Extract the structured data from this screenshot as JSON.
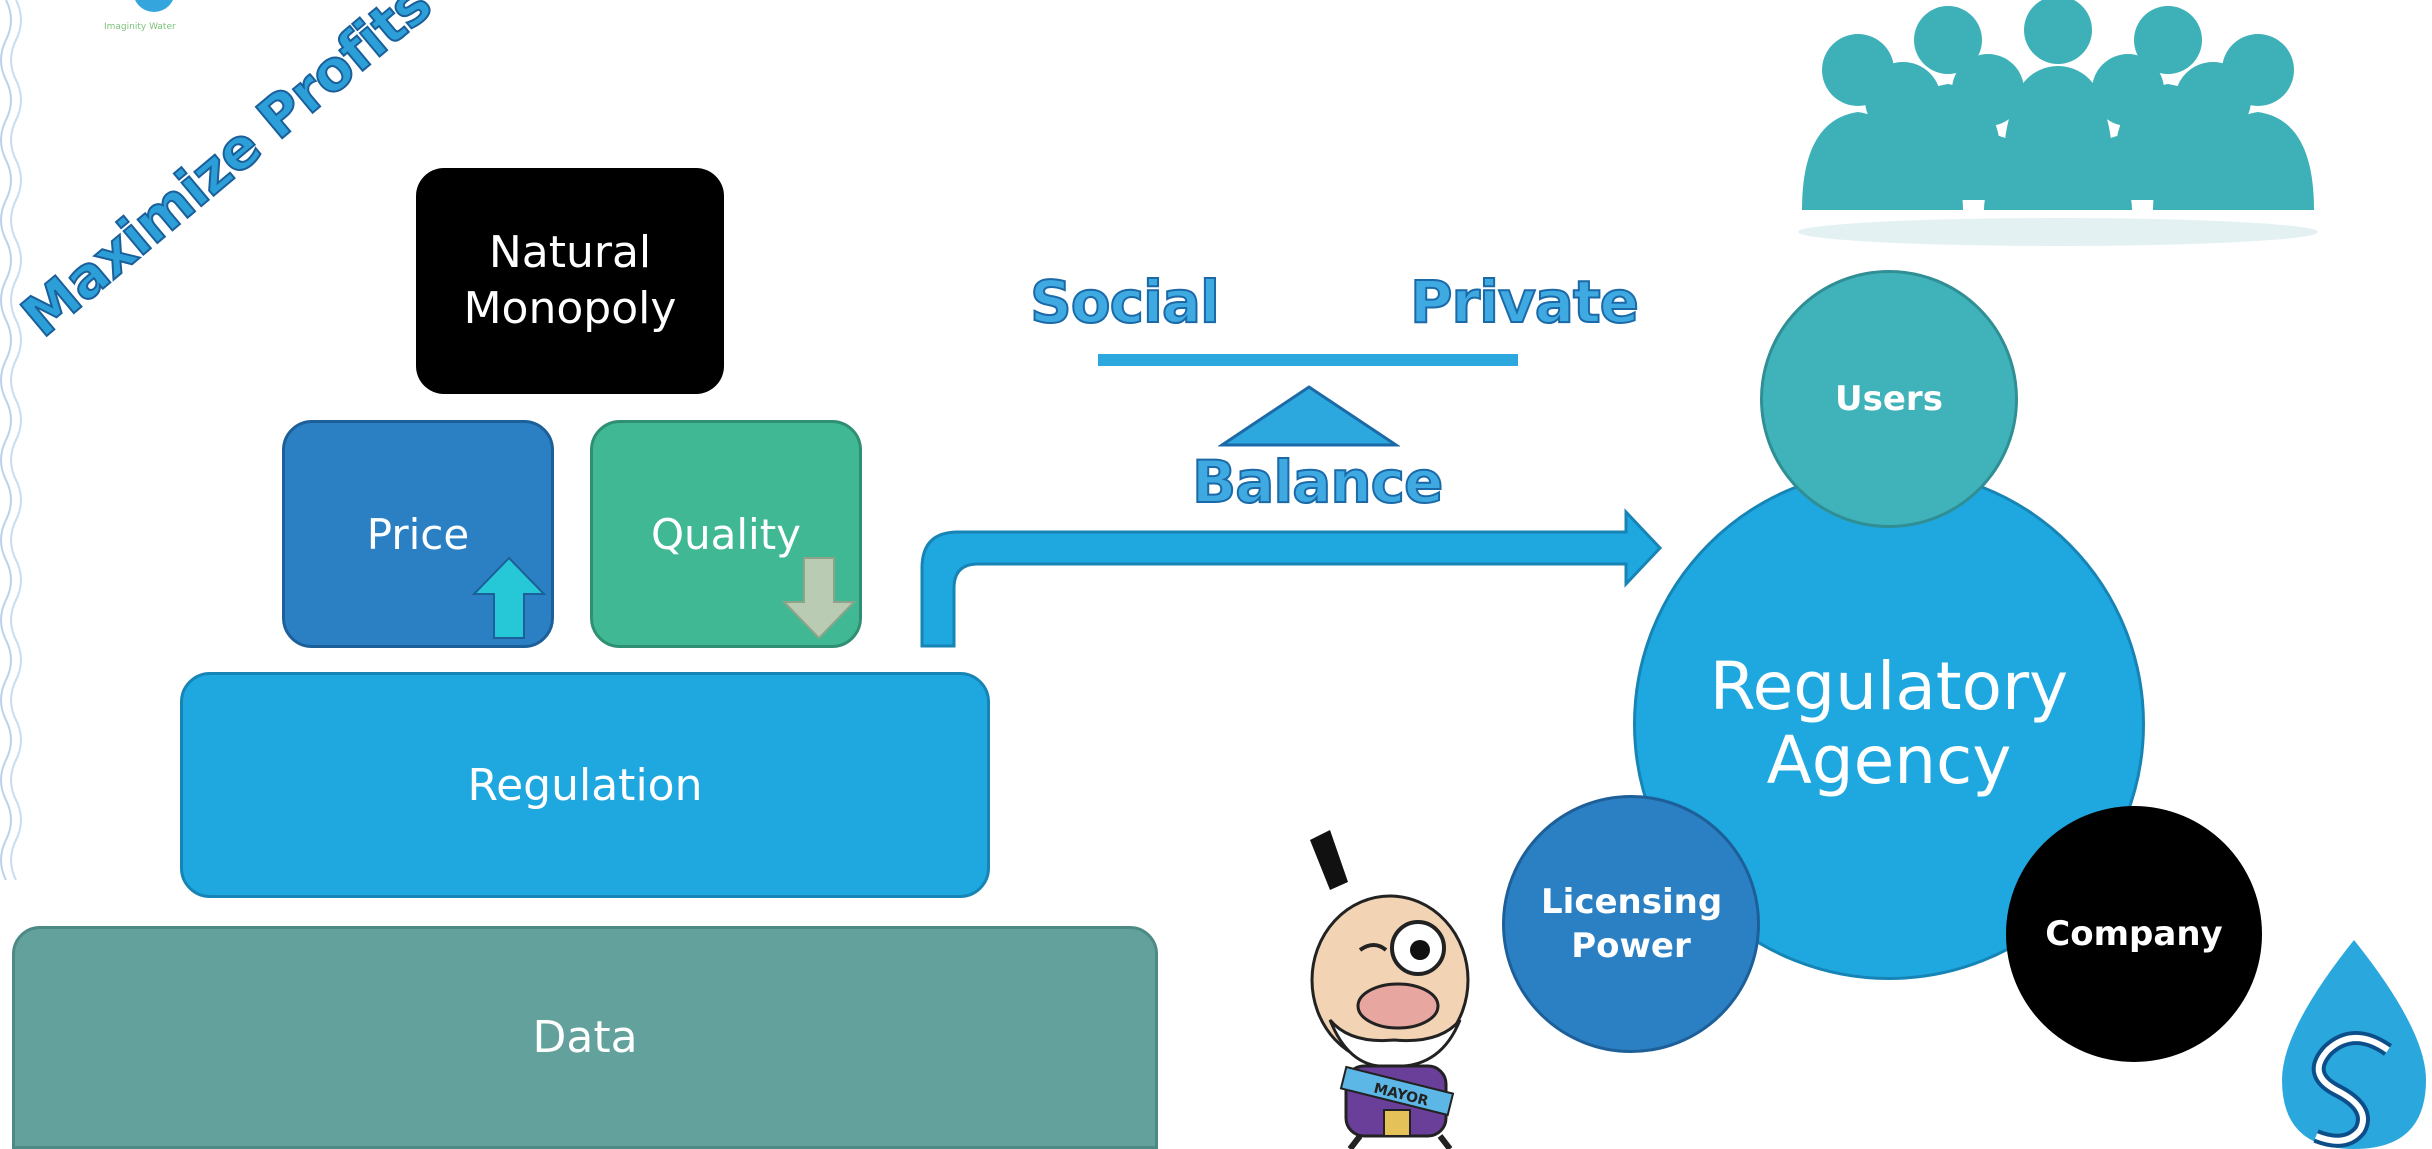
{
  "logo": {
    "tagline": "Imaginity Water"
  },
  "side_title": "Maximize Profits",
  "pyramid": {
    "top": "Natural Monopoly",
    "price": "Price",
    "quality": "Quality",
    "regulation": "Regulation",
    "data": "Data"
  },
  "balance": {
    "left": "Social",
    "right": "Private",
    "label": "Balance"
  },
  "agency": {
    "center": "Regulatory Agency",
    "users": "Users",
    "licensing": "Licensing Power",
    "company": "Company"
  },
  "mascot": {
    "sash": "MAYOR"
  },
  "colors": {
    "blue": "#1fa8e0",
    "dark_blue": "#2b80c4",
    "green": "#40b893",
    "teal": "#40b3ba",
    "data_teal": "#63a19c",
    "black": "#000000"
  }
}
